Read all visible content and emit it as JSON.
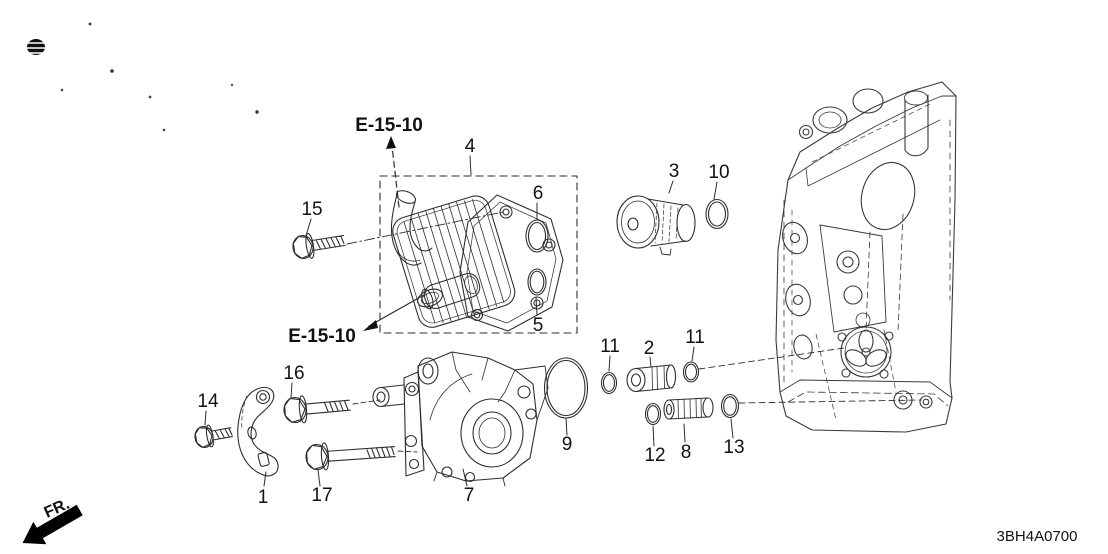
{
  "labels": {
    "ref_top": "E-15-10",
    "ref_bottom": "E-15-10",
    "direction": "FR.",
    "diagram_code": "3BH4A0700"
  },
  "part_labels": {
    "p1": "1",
    "p2": "2",
    "p3": "3",
    "p4": "4",
    "p5": "5",
    "p6": "6",
    "p7": "7",
    "p8": "8",
    "p9": "9",
    "p10": "10",
    "p11a": "11",
    "p11b": "11",
    "p12": "12",
    "p13": "13",
    "p14": "14",
    "p15": "15",
    "p16": "16",
    "p17": "17"
  },
  "colors": {
    "ink": "#141414",
    "line": "#2e2e2e",
    "background": "#ffffff"
  }
}
